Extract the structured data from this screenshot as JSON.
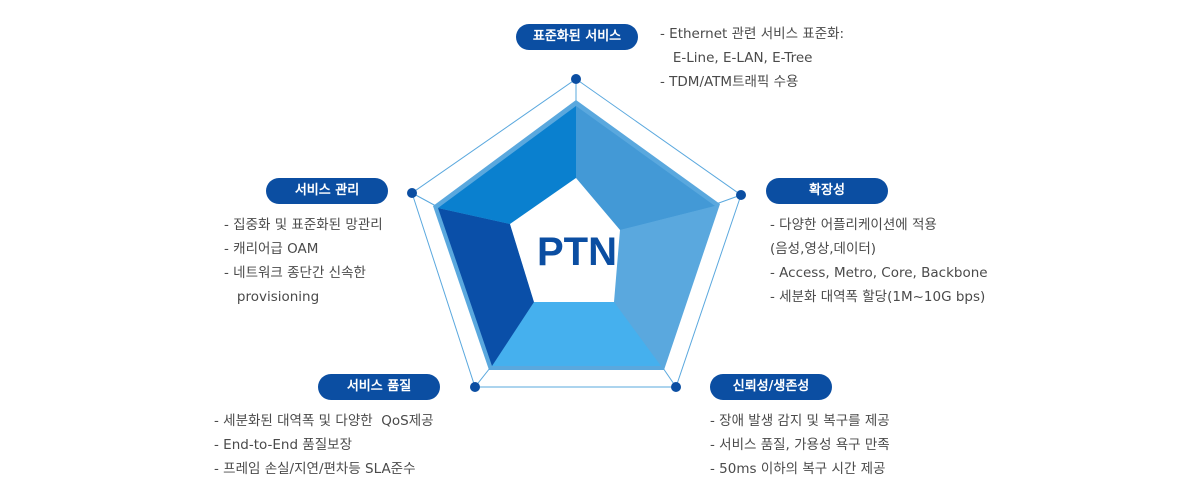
{
  "center_label": "PTN",
  "colors": {
    "pill": "#0b4ea2",
    "wedge_top_right": "#4399d6",
    "wedge_right": "#5aa8de",
    "wedge_bottom": "#45b0ee",
    "wedge_left": "#0a4fa8",
    "wedge_top_left": "#0a80cf",
    "outline": "#5aa8de"
  },
  "sections": [
    {
      "title": "표준화된 서비스",
      "lines": [
        "- Ethernet 관련 서비스 표준화:",
        "   E-Line, E-LAN, E-Tree",
        "- TDM/ATM트래픽 수용"
      ]
    },
    {
      "title": "확장성",
      "lines": [
        "- 다양한 어플리케이션에 적용",
        "(음성,영상,데이터)",
        "- Access, Metro, Core, Backbone",
        "- 세분화 대역폭 할당(1M~10G bps)"
      ]
    },
    {
      "title": "신뢰성/생존성",
      "lines": [
        "- 장애 발생 감지 및 복구를 제공",
        "- 서비스 품질, 가용성 욕구 만족",
        "- 50ms 이하의 복구 시간 제공"
      ]
    },
    {
      "title": "서비스 품질",
      "lines": [
        "- 세분화된 대역폭 및 다양한  QoS제공",
        "- End-to-End 품질보장",
        "- 프레임 손실/지연/편차등 SLA준수"
      ]
    },
    {
      "title": "서비스 관리",
      "lines": [
        "- 집중화 및 표준화된 망관리",
        "- 캐리어급 OAM",
        "- 네트워크 종단간 신속한",
        "   provisioning"
      ]
    }
  ]
}
